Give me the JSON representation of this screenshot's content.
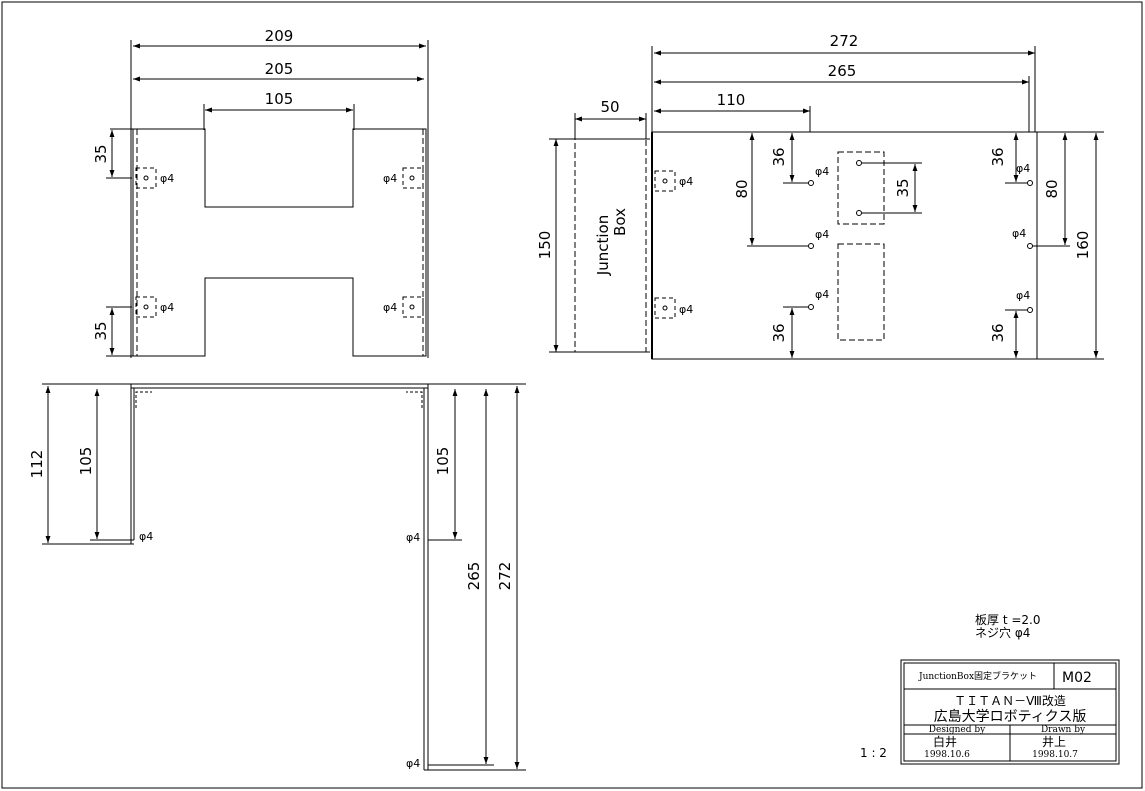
{
  "drawing": {
    "top_view": {
      "overall_width": "209",
      "inner_width": "205",
      "slot_width": "105",
      "hole_offset_top": "35",
      "hole_offset_bottom": "35",
      "hole_labels": [
        "φ4",
        "φ4",
        "φ4",
        "φ4"
      ]
    },
    "side_view": {
      "overall_length": "272",
      "inner_length": "265",
      "offset_110": "110",
      "jb_offset": "50",
      "jb_height": "150",
      "jb_label_line1": "Junction",
      "jb_label_line2": "Box",
      "hole_36_top_left": "36",
      "hole_36_bottom_left": "36",
      "hole_36_top_right": "36",
      "hole_36_bottom_right": "36",
      "spacing_80_left": "80",
      "spacing_80_right": "80",
      "spacing_35": "35",
      "height_160": "160",
      "hole_labels": [
        "φ4",
        "φ4",
        "φ4",
        "φ4",
        "φ4",
        "φ4",
        "φ4",
        "φ4"
      ]
    },
    "front_view": {
      "height_112": "112",
      "height_105_left": "105",
      "height_105_right": "105",
      "length_265": "265",
      "length_272": "272",
      "hole_labels": [
        "φ4",
        "φ4",
        "φ4"
      ]
    },
    "notes": {
      "thickness": "板厚  t =2.0",
      "screw_hole": "ネジ穴  φ4"
    },
    "scale": "1 : 2"
  },
  "title_block": {
    "part_name": "JunctionBox固定ブラケット",
    "drawing_number": "M02",
    "project_line1": "ＴＩＴＡＮ－Ⅷ改造",
    "project_line2": "広島大学ロボティクス版",
    "designed_by_label": "Designed by",
    "drawn_by_label": "Drawn by",
    "designer": "白井",
    "drawer": "井上",
    "designed_date": "1998.10.6",
    "drawn_date": "1998.10.7"
  }
}
